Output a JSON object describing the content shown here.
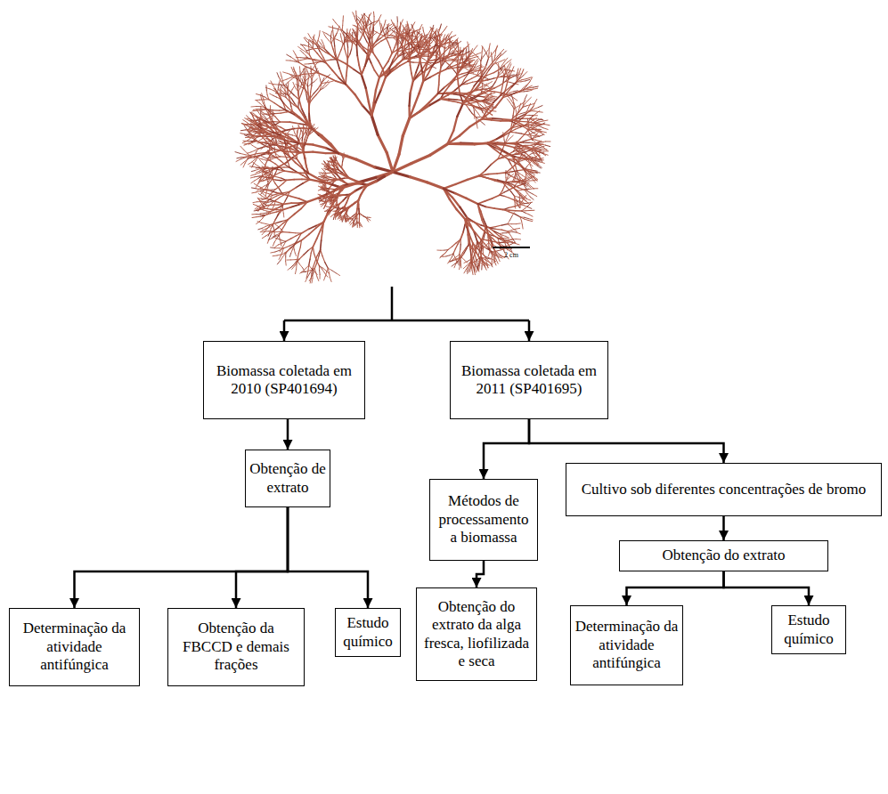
{
  "diagram": {
    "nodes": [
      {
        "text": [
          "Biomassa coletada em 2010 (SP401694)"
        ]
      },
      {
        "text": [
          "Biomassa coletada em 2011 (SP401695)"
        ]
      },
      {
        "text": [
          "Obtenção de extrato"
        ]
      },
      {
        "text": [
          "Métodos de processamento a biomassa"
        ]
      },
      {
        "text": [
          "Cultivo sob diferentes concentrações de bromo"
        ]
      },
      {
        "text": [
          "Determinação da atividade antifúngica"
        ]
      },
      {
        "text": [
          "Obtenção da FBCCD e demais frações"
        ]
      },
      {
        "text": [
          "Estudo químico"
        ]
      },
      {
        "text": [
          "Obtenção do extrato da alga fresca, liofilizada e seca"
        ]
      },
      {
        "text": [
          "Obtenção do extrato"
        ]
      },
      {
        "text": [
          "Determinação da atividade antifúngica"
        ]
      },
      {
        "text": [
          "Estudo químico"
        ]
      }
    ],
    "edges": [
      {
        "from": 0,
        "to": 2,
        "arrow": "to"
      },
      {
        "from": 1,
        "to": 3,
        "arrow": "to"
      },
      {
        "from": 1,
        "to": 4,
        "arrow": "to"
      },
      {
        "from": 2,
        "to": 5,
        "arrow": "to"
      },
      {
        "from": 2,
        "to": 6,
        "arrow": "to"
      },
      {
        "from": 2,
        "to": 7,
        "arrow": "to"
      },
      {
        "from": 3,
        "to": 8,
        "arrow": "to"
      },
      {
        "from": 4,
        "to": 9,
        "arrow": "to"
      },
      {
        "from": 9,
        "to": 10,
        "arrow": "to"
      },
      {
        "from": 9,
        "to": 11,
        "arrow": "to"
      }
    ],
    "labels": [
      "2 cm"
    ]
  }
}
